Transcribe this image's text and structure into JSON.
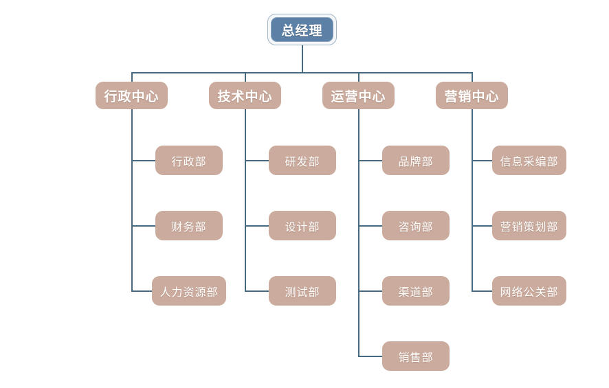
{
  "chart": {
    "type": "org-chart",
    "title": "",
    "colors": {
      "root_fill": "#5c80a6",
      "root_outer_fill": "#f4f6f8",
      "root_border": "#9fb4c6",
      "node_fill": "#cbab9d",
      "node_text": "#ffffff",
      "connector": "#45697f",
      "background": "#ffffff"
    },
    "root": {
      "label": "总经理",
      "level": 1
    },
    "divisions": [
      {
        "label": "行政中心",
        "level": 2,
        "departments": [
          {
            "label": "行政部",
            "level": 3
          },
          {
            "label": "财务部",
            "level": 3
          },
          {
            "label": "人力资源部",
            "level": 3
          }
        ]
      },
      {
        "label": "技术中心",
        "level": 2,
        "departments": [
          {
            "label": "研发部",
            "level": 3
          },
          {
            "label": "设计部",
            "level": 3
          },
          {
            "label": "测试部",
            "level": 3
          }
        ]
      },
      {
        "label": "运营中心",
        "level": 2,
        "departments": [
          {
            "label": "品牌部",
            "level": 3
          },
          {
            "label": "咨询部",
            "level": 3
          },
          {
            "label": "渠道部",
            "level": 3
          },
          {
            "label": "销售部",
            "level": 3
          }
        ]
      },
      {
        "label": "营销中心",
        "level": 2,
        "departments": [
          {
            "label": "信息采编部",
            "level": 3
          },
          {
            "label": "营销策划部",
            "level": 3
          },
          {
            "label": "网络公关部",
            "level": 3
          }
        ]
      }
    ]
  }
}
